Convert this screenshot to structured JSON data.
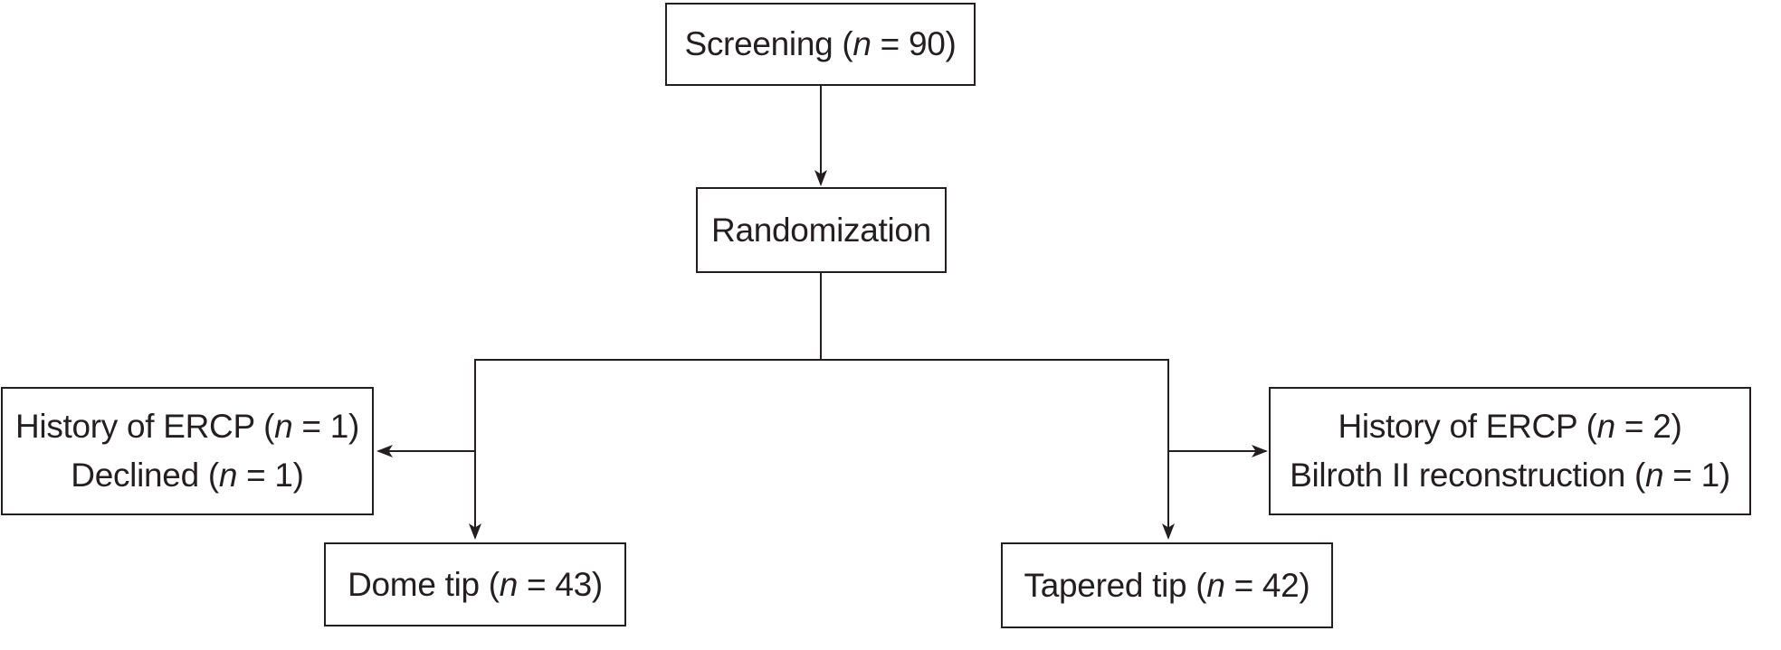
{
  "figure": {
    "type": "randomization-flow-diagram",
    "background_color": "#ffffff",
    "line_color": "#231f20"
  },
  "nodes": {
    "screening": {
      "pre": "Screening (",
      "var": "n",
      "post": " = 90)"
    },
    "randomization": {
      "label": "Randomization"
    },
    "excluded_left": {
      "lines": [
        {
          "pre": "History of ERCP (",
          "var": "n",
          "post": " = 1)"
        },
        {
          "pre": "Declined (",
          "var": "n",
          "post": " = 1)"
        }
      ]
    },
    "excluded_right": {
      "lines": [
        {
          "pre": "History of ERCP (",
          "var": "n",
          "post": " = 2)"
        },
        {
          "pre": "Bilroth II reconstruction (",
          "var": "n",
          "post": " = 1)"
        }
      ]
    },
    "dome_tip": {
      "pre": "Dome tip (",
      "var": "n",
      "post": " = 43)"
    },
    "tapered_tip": {
      "pre": "Tapered tip (",
      "var": "n",
      "post": " = 42)"
    }
  }
}
